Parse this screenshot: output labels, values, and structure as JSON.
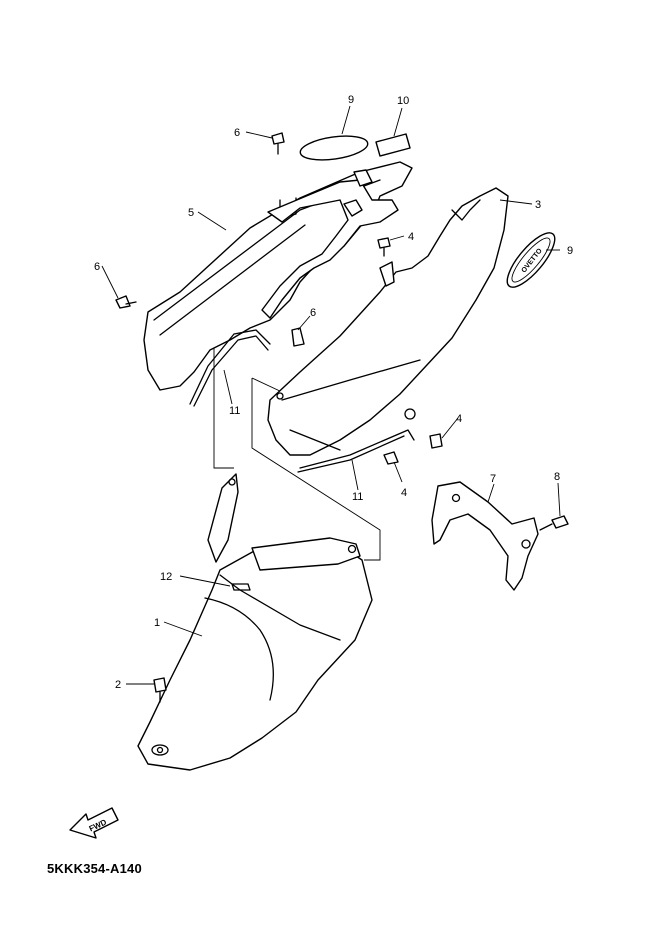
{
  "diagram_code": "5KKK354-A140",
  "fwd_label": "FWD",
  "badge_text": "OVETTO",
  "callouts": {
    "c1": "1",
    "c2": "2",
    "c3": "3",
    "c4a": "4",
    "c4b": "4",
    "c4c": "4",
    "c5": "5",
    "c6a": "6",
    "c6b": "6",
    "c6c": "6",
    "c7": "7",
    "c8": "8",
    "c9a": "9",
    "c9b": "9",
    "c10": "10",
    "c11a": "11",
    "c11b": "11",
    "c12": "12"
  }
}
